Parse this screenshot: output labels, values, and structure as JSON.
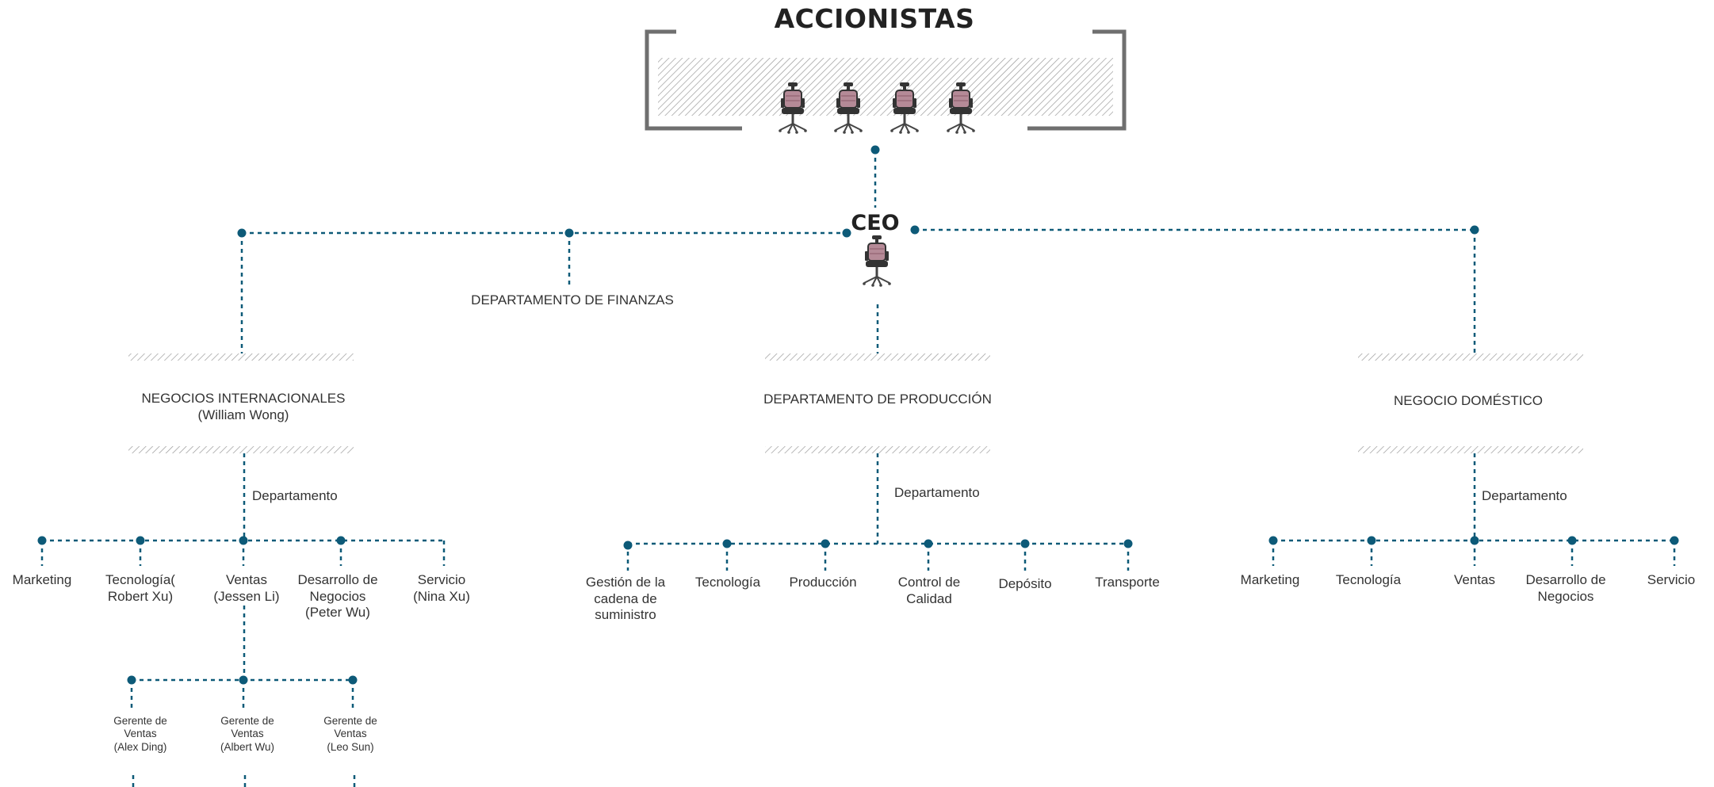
{
  "title": "ACCIONISTAS",
  "ceo": "CEO",
  "finance": "DEPARTAMENTO DE FINANZAS",
  "branches": {
    "international": {
      "name": "NEGOCIOS INTERNACIONALES\n(William Wong)",
      "sub": "Departamento",
      "children": [
        "Marketing",
        "Tecnología(\nRobert Xu)",
        "Ventas\n(Jessen Li)",
        "Desarrollo de\nNegocios\n(Peter Wu)",
        "Servicio\n(Nina Xu)"
      ],
      "managers": [
        "Gerente de\nVentas\n(Alex Ding)",
        "Gerente de\nVentas\n(Albert Wu)",
        "Gerente de\nVentas\n(Leo Sun)"
      ]
    },
    "production": {
      "name": "DEPARTAMENTO DE PRODUCCIÓN",
      "sub": "Departamento",
      "children": [
        "Gestión de la\ncadena de\nsuministro",
        "Tecnología",
        "Producción",
        "Control de\nCalidad",
        "Depósito",
        "Transporte"
      ]
    },
    "domestic": {
      "name": "NEGOCIO DOMÉSTICO",
      "sub": "Departamento",
      "children": [
        "Marketing",
        "Tecnología",
        "Ventas",
        "Desarrollo de\nNegocios",
        "Servicio"
      ]
    }
  },
  "colors": {
    "connector": "#0d5a78",
    "bracket": "#6f6f6f",
    "hatch": "#9a9a9a",
    "chair_seat": "#b58a97",
    "chair_frame": "#333333",
    "text": "#333333"
  }
}
